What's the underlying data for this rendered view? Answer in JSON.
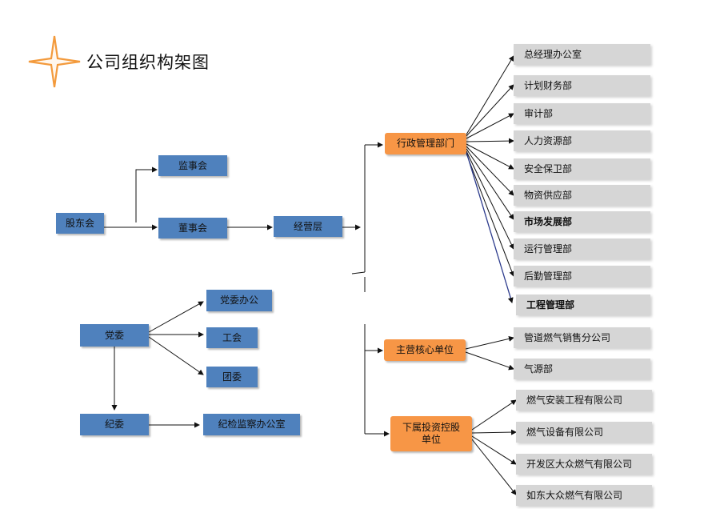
{
  "title": "公司组织构架图",
  "colors": {
    "blue": "#4f81bd",
    "orange": "#f79646",
    "gray": "#d6d6d6",
    "title_star": "#f39a3c"
  },
  "nodes": {
    "shareholders": "股东会",
    "supervisory_board": "监事会",
    "board": "董事会",
    "management": "经营层",
    "party_committee": "党委",
    "party_office": "党委办公",
    "union": "工会",
    "youth_league": "团委",
    "discipline_committee": "纪委",
    "discipline_office": "纪检监察办公室",
    "admin_dept": "行政管理部门",
    "core_units": "主营核心单位",
    "subsidiaries_line1": "下属投资控股",
    "subsidiaries_line2": "单位"
  },
  "admin_departments": [
    "总经理办公室",
    "计划财务部",
    "审计部",
    "人力资源部",
    "安全保卫部",
    "物资供应部",
    "市场发展部",
    "运行管理部",
    "后勤管理部",
    "工程管理部"
  ],
  "core_unit_list": [
    "管道燃气销售分公司",
    "气源部"
  ],
  "subsidiary_list": [
    "燃气安装工程有限公司",
    "燃气设备有限公司",
    "开发区大众燃气有限公司",
    "如东大众燃气有限公司"
  ]
}
